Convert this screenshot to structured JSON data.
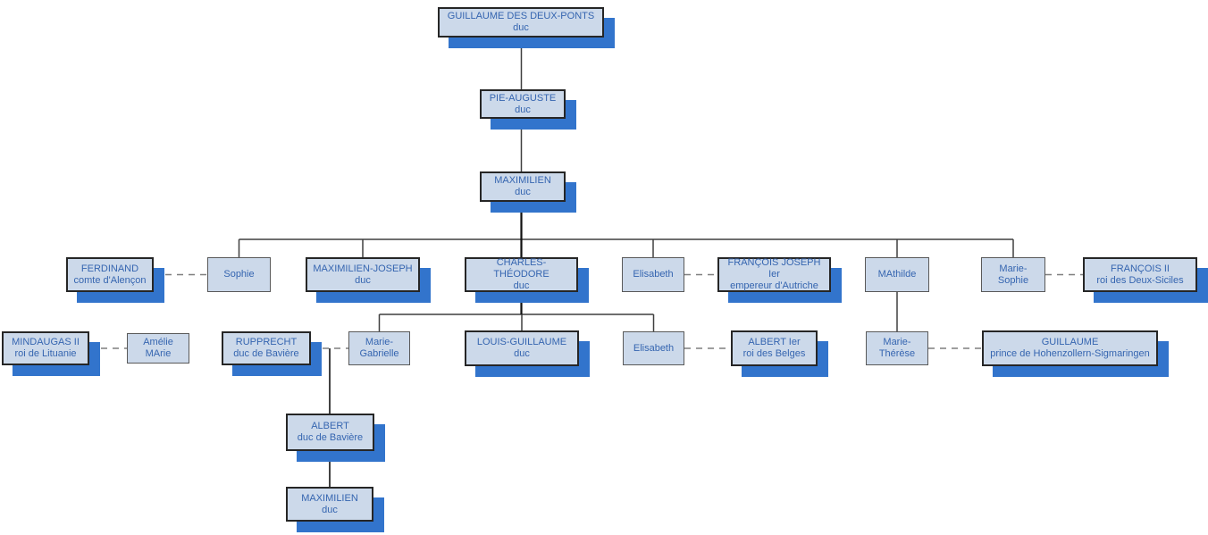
{
  "diagram": {
    "kind": "family-tree",
    "legend": {
      "solid_line_meaning": "descent",
      "dashed_line_meaning": "marriage"
    },
    "colors": {
      "background": "#ffffff",
      "box_fill": "#ccd9ea",
      "box_border_emphasis": "#262626",
      "box_border_plain": "#595959",
      "box_shadow": "#3274cc",
      "text": "#3565b0",
      "solid_line": "#3f3f3f",
      "thick_line": "#111111",
      "dashed_line": "#7f7f7f"
    }
  },
  "nodes": {
    "guillaume_deux_ponts": {
      "name": "GUILLAUME DES DEUX-PONTS",
      "title": "duc"
    },
    "pie_auguste": {
      "name": "PIE-AUGUSTE",
      "title": "duc"
    },
    "maximilien": {
      "name": "MAXIMILIEN",
      "title": "duc"
    },
    "ferdinand": {
      "name": "FERDINAND",
      "title": "comte d'Alençon"
    },
    "sophie": {
      "name": "Sophie"
    },
    "maximilien_joseph": {
      "name": "MAXIMILIEN-JOSEPH",
      "title": "duc"
    },
    "charles_theodore": {
      "name": "CHARLES-THÉODORE",
      "title": "duc"
    },
    "elisabeth_autriche": {
      "name": "Elisabeth"
    },
    "francois_joseph": {
      "name": "FRANÇOIS JOSEPH Ier",
      "title": "empereur d'Autriche"
    },
    "mathilde": {
      "name": "MAthilde"
    },
    "marie_sophie": {
      "name": "Marie-Sophie"
    },
    "francois_ii": {
      "name": "FRANÇOIS II",
      "title": "roi des Deux-Siciles"
    },
    "mindaugas_ii": {
      "name": "MINDAUGAS II",
      "title": "roi de Lituanie"
    },
    "amelie_marie": {
      "name": "Amélie MArie"
    },
    "rupprecht": {
      "name": "RUPPRECHT",
      "title": "duc de Bavière"
    },
    "marie_gabrielle": {
      "name": "Marie-Gabrielle"
    },
    "louis_guillaume": {
      "name": "LOUIS-GUILLAUME",
      "title": "duc"
    },
    "elisabeth_belgique": {
      "name": "Elisabeth"
    },
    "albert_ier": {
      "name": "ALBERT Ier",
      "title": "roi des Belges"
    },
    "marie_therese": {
      "name": "Marie-Thérèse"
    },
    "guillaume_hohenzollern": {
      "name": "GUILLAUME",
      "title": "prince de Hohenzollern-Sigmaringen"
    },
    "albert_baviere": {
      "name": "ALBERT",
      "title": "duc de Bavière"
    },
    "maximilien_fils": {
      "name": "MAXIMILIEN",
      "title": "duc"
    }
  },
  "relations": {
    "descents": [
      {
        "parent": "guillaume_deux_ponts",
        "children": [
          "pie_auguste"
        ]
      },
      {
        "parent": "pie_auguste",
        "children": [
          "maximilien"
        ]
      },
      {
        "parent": "maximilien",
        "children": [
          "sophie",
          "maximilien_joseph",
          "charles_theodore",
          "elisabeth_autriche",
          "mathilde",
          "marie_sophie"
        ]
      },
      {
        "parent": "charles_theodore",
        "children": [
          "marie_gabrielle",
          "louis_guillaume",
          "elisabeth_belgique"
        ]
      },
      {
        "parent": "mathilde",
        "children": [
          "marie_therese"
        ]
      },
      {
        "parent": "rupprecht",
        "children": [
          "albert_baviere"
        ]
      },
      {
        "parent": "albert_baviere",
        "children": [
          "maximilien_fils"
        ]
      }
    ],
    "marriages": [
      [
        "ferdinand",
        "sophie"
      ],
      [
        "elisabeth_autriche",
        "francois_joseph"
      ],
      [
        "marie_sophie",
        "francois_ii"
      ],
      [
        "mindaugas_ii",
        "amelie_marie"
      ],
      [
        "rupprecht",
        "marie_gabrielle"
      ],
      [
        "elisabeth_belgique",
        "albert_ier"
      ],
      [
        "marie_therese",
        "guillaume_hohenzollern"
      ]
    ]
  }
}
